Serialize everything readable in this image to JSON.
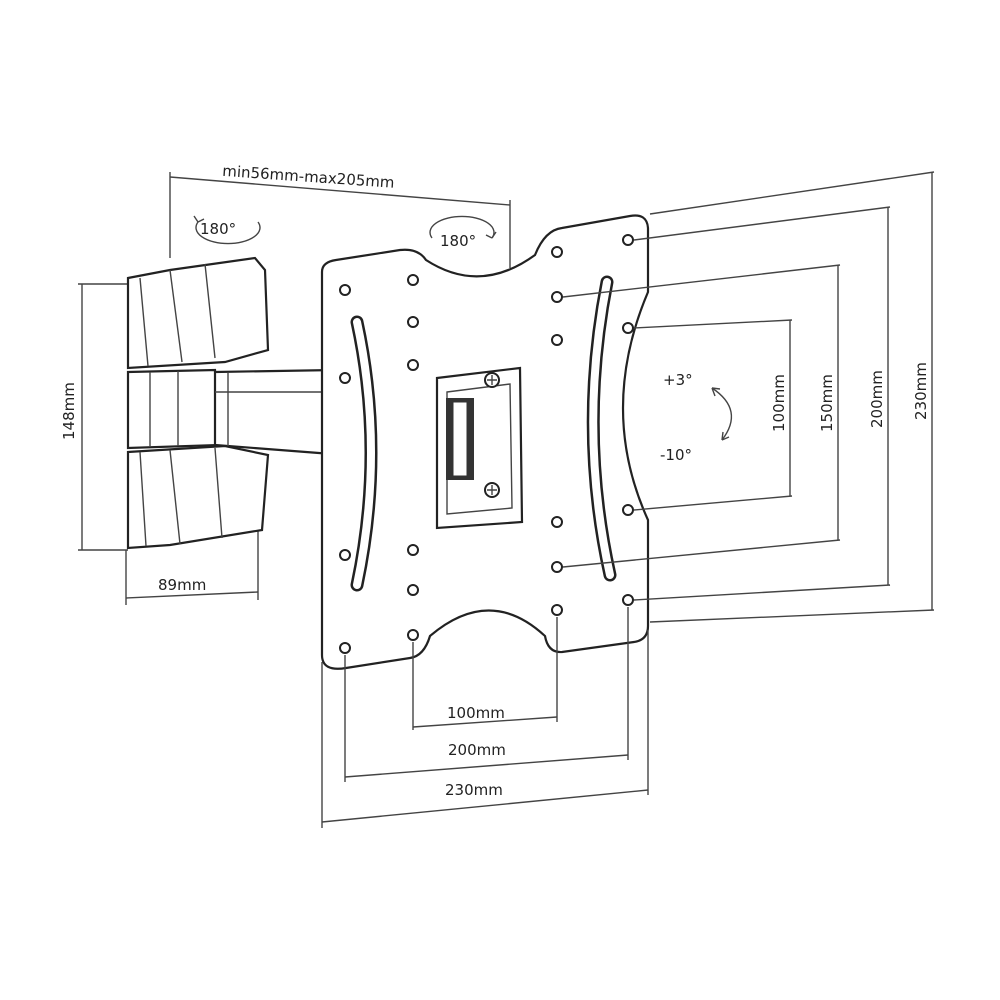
{
  "title_dimension": "min56mm-max205mm",
  "swivel": {
    "left": "180°",
    "right": "180°"
  },
  "tilt": {
    "up": "+3°",
    "down": "-10°"
  },
  "wall_plate": {
    "height": "148mm",
    "width": "89mm"
  },
  "vertical_dims": [
    "100mm",
    "150mm",
    "200mm",
    "230mm"
  ],
  "horizontal_dims": [
    "100mm",
    "200mm",
    "230mm"
  ]
}
